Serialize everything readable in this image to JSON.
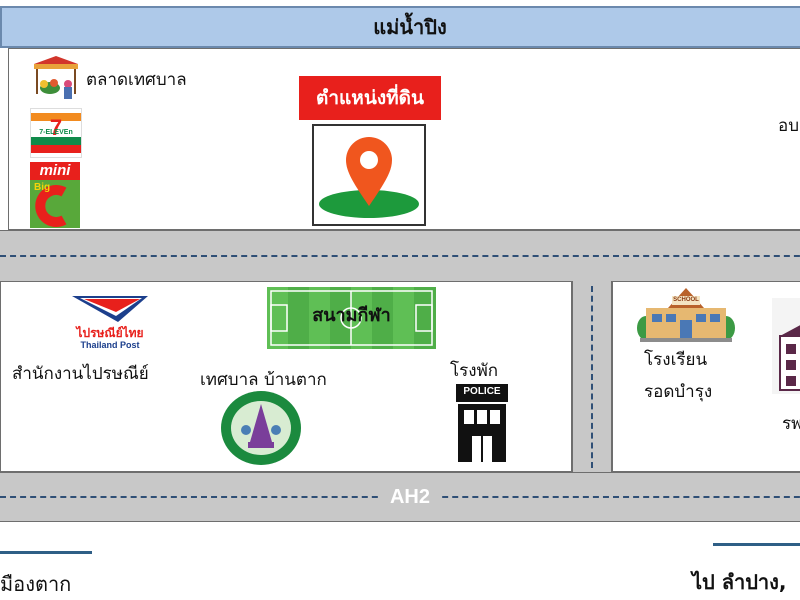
{
  "river": {
    "label": "แม่น้ำปิง"
  },
  "landmarks": {
    "market": "ตลาดเทศบาล",
    "seven_eleven": "7-ELEVEn",
    "mini_big_c_mini": "mini",
    "mini_big_c_big": "Big",
    "land_position": "ตำแหน่งที่ดิน",
    "top_right_cut": "อบ",
    "stadium": "สนามกีฬา",
    "thai_post_logo": "ไปรษณีย์ไทย",
    "thai_post_logo_en": "Thailand Post",
    "post_office": "สำนักงานไปรษณีย์",
    "municipality": "เทศบาล บ้านตาก",
    "police_station": "โรงพัก",
    "police_sign": "POLICE",
    "school_sign": "SCHOOL",
    "school_line1": "โรงเรียน",
    "school_line2": "รอดบำรุง",
    "hospital_cut": "รพ"
  },
  "roads": {
    "highway": "AH2"
  },
  "directions": {
    "left": "มืองตาก",
    "right": "ไป ลำปาง,"
  },
  "colors": {
    "river_fill": "#aec9e9",
    "road_fill": "#c8c8c8",
    "land_label_bg": "#e8201c",
    "pin": "#f0561e",
    "ground": "#1d9a3c",
    "dash": "#2f4f76"
  }
}
